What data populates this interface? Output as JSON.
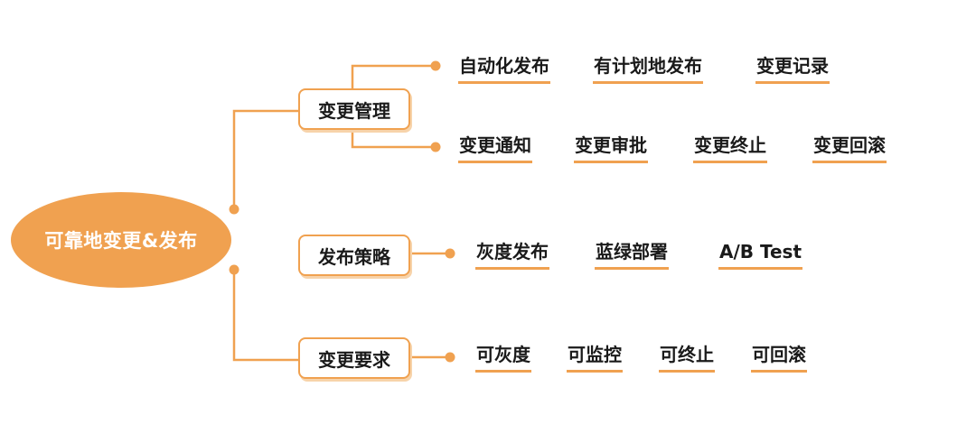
{
  "accent_color": "#f0a150",
  "root": {
    "label": "可靠地变更&发布"
  },
  "branches": [
    {
      "label": "变更管理",
      "rows": [
        [
          "自动化发布",
          "有计划地发布",
          "变更记录"
        ],
        [
          "变更通知",
          "变更审批",
          "变更终止",
          "变更回滚"
        ]
      ]
    },
    {
      "label": "发布策略",
      "rows": [
        [
          "灰度发布",
          "蓝绿部署",
          "A/B Test"
        ]
      ]
    },
    {
      "label": "变更要求",
      "rows": [
        [
          "可灰度",
          "可监控",
          "可终止",
          "可回滚"
        ]
      ]
    }
  ]
}
